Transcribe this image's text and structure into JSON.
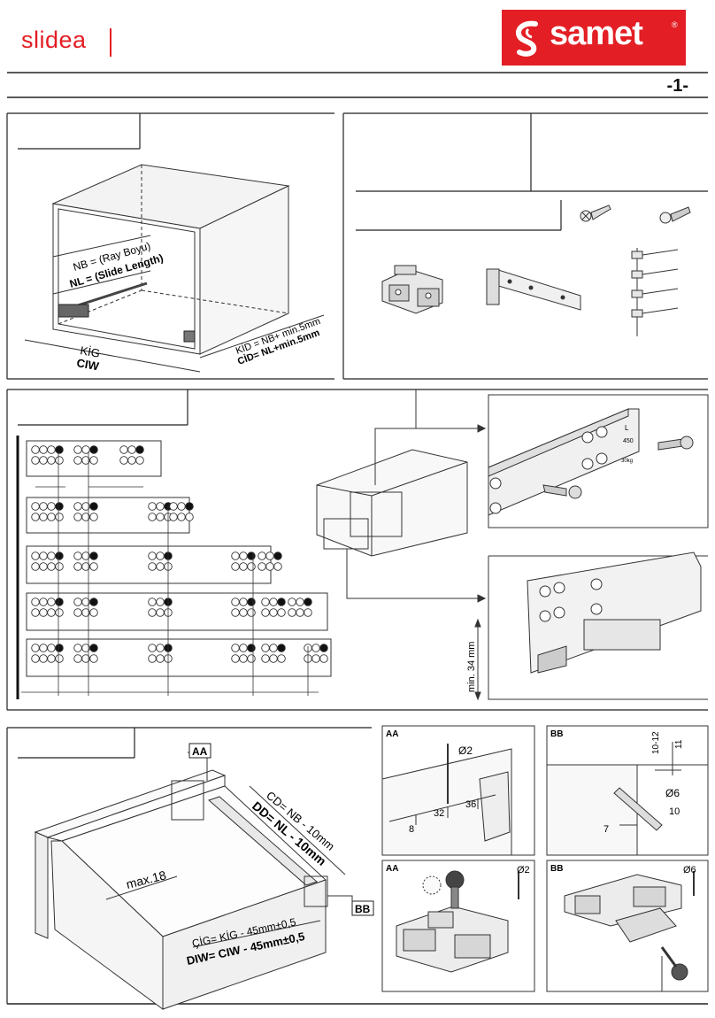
{
  "brand": {
    "left_logo": "slidea",
    "right_logo": "samet",
    "right_logo_mark": "®",
    "accent_color": "#e31e24"
  },
  "page": {
    "number": "-1-"
  },
  "section1": {
    "nb_label": "NB = (Ray Boyu)",
    "nl_label": "NL = (Slide Length)",
    "kig_label": "KİG",
    "ciw_label": "CIW",
    "kid_label": "KİD = NB+ min.5mm",
    "cid_label": "CİD= NL+min.5mm"
  },
  "section3": {
    "min_height_label": "min. 34 mm",
    "bracket_mark_l": "L",
    "bracket_mark_size": "450",
    "bracket_mark_code": "30kg"
  },
  "section4": {
    "aa_label": "AA",
    "bb_label": "BB",
    "cd_label": "CD= NB - 10mm",
    "dd_label": "DD= NL - 10mm",
    "max_label": "max.18",
    "cig_label": "ÇİG= KİG - 45mm±0,5",
    "diw_label": "DIW= CIW - 45mm±0,5",
    "detail_aa_top": {
      "tag": "AA",
      "dia": "Ø2",
      "d1": "8",
      "d2": "32",
      "d3": "36"
    },
    "detail_bb_top": {
      "tag": "BB",
      "d1": "10-12",
      "d2": "11",
      "dia": "Ø6",
      "d3": "10",
      "d4": "7"
    },
    "detail_aa_bottom": {
      "tag": "AA",
      "dia": "Ø2"
    },
    "detail_bb_bottom": {
      "tag": "BB",
      "dia": "Ø6"
    }
  }
}
